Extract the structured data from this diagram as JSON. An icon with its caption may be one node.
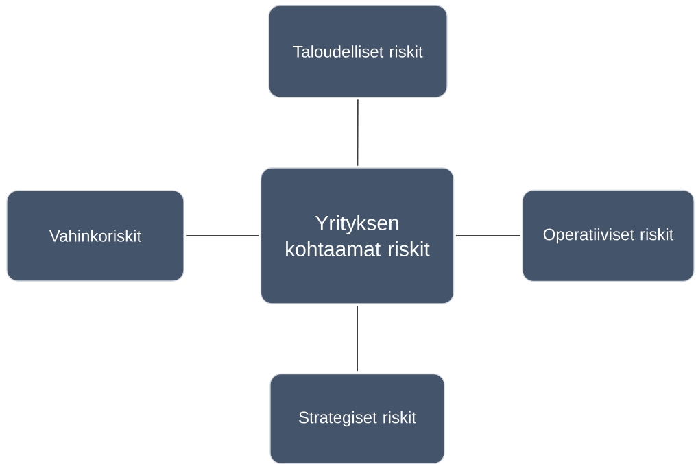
{
  "diagram": {
    "nodes": [
      {
        "text": [
          "Taloudelliset riskit"
        ]
      },
      {
        "text": [
          "Vahinkoriskit"
        ]
      },
      {
        "text": [
          "Yrityksen kohtaamat riskit"
        ]
      },
      {
        "text": [
          "Operatiiviset riskit"
        ]
      },
      {
        "text": [
          "Strategiset riskit"
        ]
      }
    ],
    "edges": [
      {
        "from": 2,
        "to": 0,
        "arrow": "none"
      },
      {
        "from": 2,
        "to": 1,
        "arrow": "none"
      },
      {
        "from": 2,
        "to": 3,
        "arrow": "none"
      },
      {
        "from": 2,
        "to": 4,
        "arrow": "none"
      }
    ]
  }
}
